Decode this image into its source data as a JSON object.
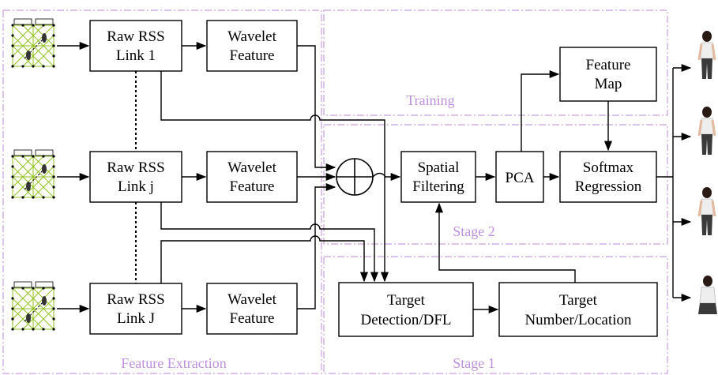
{
  "colors": {
    "region_border": "#c9a0dc",
    "region_label": "#c090e0",
    "grid": "#8fc21f",
    "boxes": "#000000"
  },
  "blocks": {
    "raw_rss_1": [
      "Raw RSS",
      "Link 1"
    ],
    "raw_rss_j": [
      "Raw RSS",
      "Link j"
    ],
    "raw_rss_J": [
      "Raw RSS",
      "Link J"
    ],
    "wavelet_1": [
      "Wavelet",
      "Feature"
    ],
    "wavelet_j": [
      "Wavelet",
      "Feature"
    ],
    "wavelet_J": [
      "Wavelet",
      "Feature"
    ],
    "spatial": [
      "Spatial",
      "Filtering"
    ],
    "pca": [
      "PCA"
    ],
    "feature_map": [
      "Feature",
      "Map"
    ],
    "softmax": [
      "Softmax",
      "Regression"
    ],
    "target_detection": [
      "Target",
      "Detection/DFL"
    ],
    "target_number": [
      "Target",
      "Number/Location"
    ]
  },
  "regions": {
    "feature_extraction": "Feature Extraction",
    "training": "Training",
    "stage2": "Stage 2",
    "stage1": "Stage 1"
  },
  "icons": [
    "sensor-grid-icon",
    "sum-operator-icon",
    "person-icon"
  ]
}
